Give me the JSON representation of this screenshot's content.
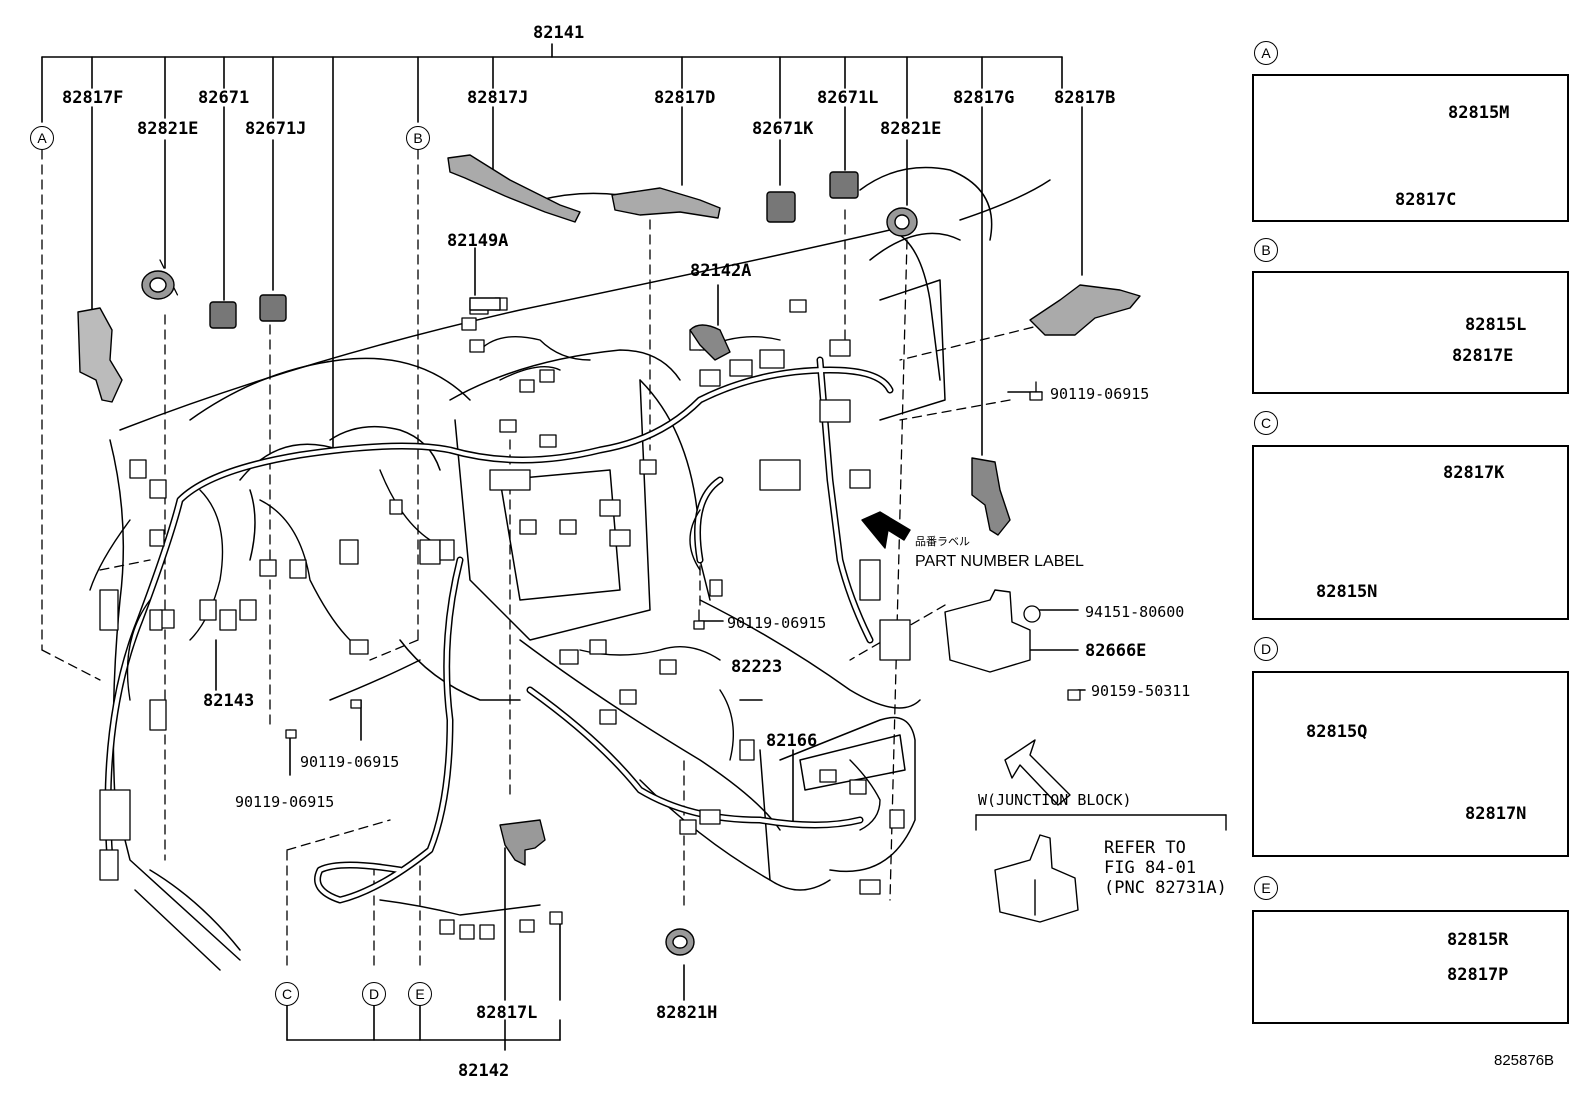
{
  "labels": {
    "main_harness": "82141",
    "l_82817F": "82817F",
    "l_82671": "82671",
    "l_82821E_left": "82821E",
    "l_82671J": "82671J",
    "l_82817J": "82817J",
    "l_82817D": "82817D",
    "l_82671L": "82671L",
    "l_82671K": "82671K",
    "l_82821E_right": "82821E",
    "l_82817G": "82817G",
    "l_82817B": "82817B",
    "l_82149A": "82149A",
    "l_82142A": "82142A",
    "l_90119_06915_a": "90119-06915",
    "l_90119_06915_b": "90119-06915",
    "l_90119_06915_c": "90119-06915",
    "l_90119_06915_d": "90119-06915",
    "l_94151_80600": "94151-80600",
    "l_82666E": "82666E",
    "l_90159_50311": "90159-50311",
    "l_82223": "82223",
    "l_82166": "82166",
    "l_82143": "82143",
    "l_82817L": "82817L",
    "l_82821H": "82821H",
    "l_82142": "82142",
    "part_label_jp": "品番ラベル",
    "part_label_en": "PART NUMBER LABEL",
    "junction_block": "W(JUNCTION BLOCK)",
    "refer_1": "REFER TO",
    "refer_2": "FIG 84-01",
    "refer_3": "(PNC 82731A)",
    "figure_id": "825876B"
  },
  "callouts": [
    "A",
    "B",
    "C",
    "D",
    "E"
  ],
  "detail_panels": [
    {
      "key": "A",
      "parts": [
        "82815M",
        "82817C"
      ]
    },
    {
      "key": "B",
      "parts": [
        "82815L",
        "82817E"
      ]
    },
    {
      "key": "C",
      "parts": [
        "82817K",
        "82815N"
      ]
    },
    {
      "key": "D",
      "parts": [
        "82815Q",
        "82817N"
      ]
    },
    {
      "key": "E",
      "parts": [
        "82815R",
        "82817P"
      ]
    }
  ]
}
